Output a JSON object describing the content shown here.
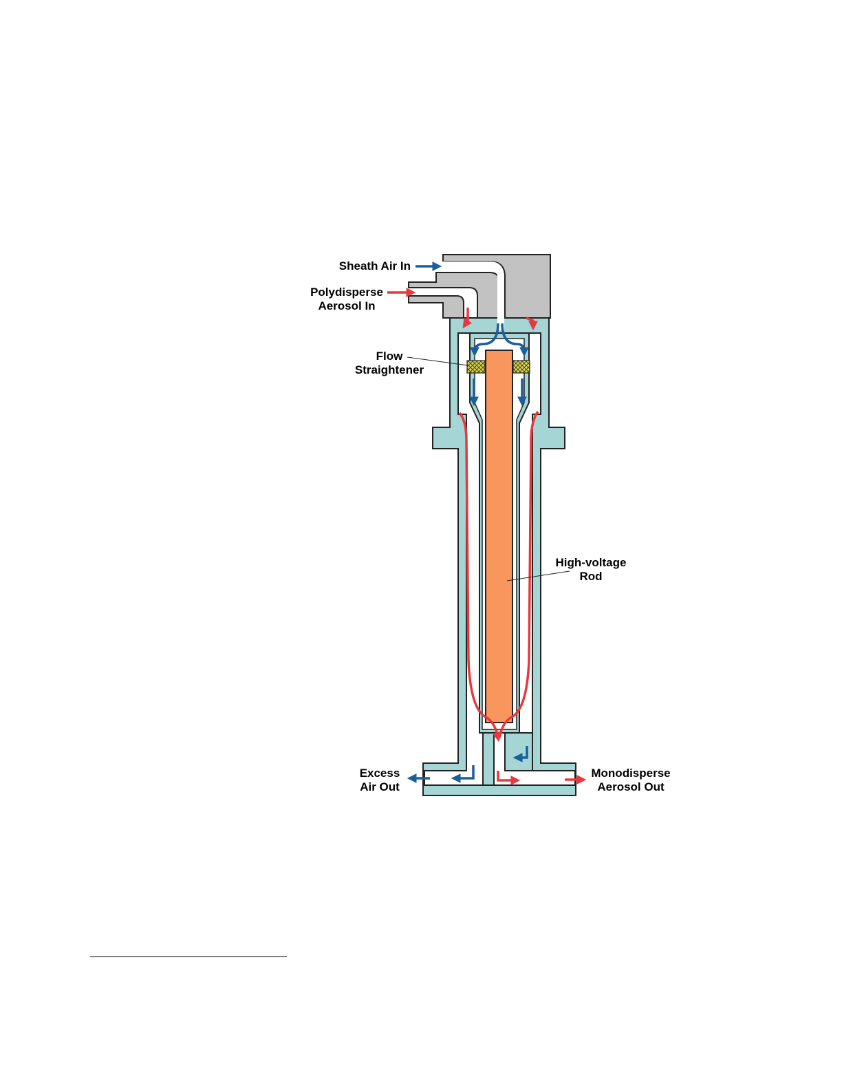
{
  "labels": {
    "sheath_air_in": "Sheath Air In",
    "polydisperse_line1": "Polydisperse",
    "polydisperse_line2": "Aerosol In",
    "flow_line1": "Flow",
    "flow_line2": "Straightener",
    "rod_line1": "High-voltage",
    "rod_line2": "Rod",
    "excess_line1": "Excess",
    "excess_line2": "Air Out",
    "mono_line1": "Monodisperse",
    "mono_line2": "Aerosol Out"
  },
  "colors": {
    "sheath_flow": "#1a5f9a",
    "aerosol_flow": "#e8383b",
    "body": "#a6d5d5",
    "rod": "#f9965e",
    "inlet_block": "#c2c2c2",
    "straightener": "#d9d455",
    "outline": "#222222"
  }
}
